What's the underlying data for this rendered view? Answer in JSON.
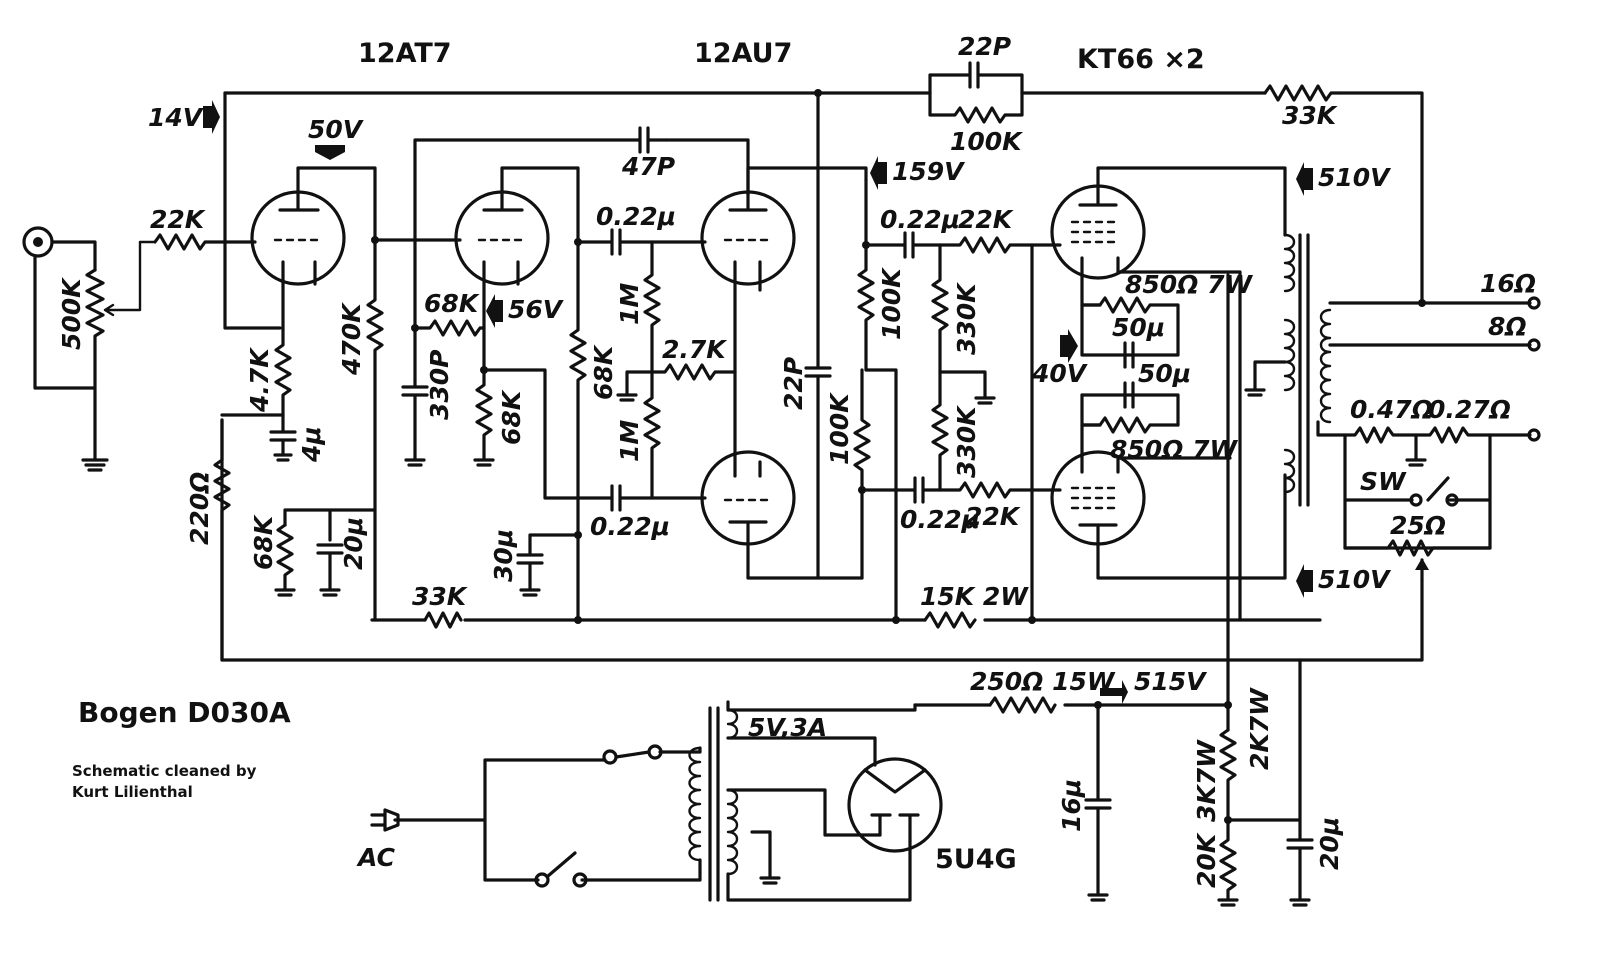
{
  "title": "Bogen D030A",
  "credit": [
    "Schematic cleaned by",
    "Kurt Lilienthal"
  ],
  "tubes": {
    "v1": "12AT7",
    "v2": "12AU7",
    "output": "KT66 ×2",
    "rectifier": "5U4G"
  },
  "voltages": {
    "v14": "14V",
    "v50": "50V",
    "v56": "56V",
    "v159": "159V",
    "v510_top": "510V",
    "v510_bot": "510V",
    "v40": "40V",
    "v515": "515V"
  },
  "components": {
    "r_input_pot": "500K",
    "r_grid": "22K",
    "r_4k7": "4.7K",
    "c_4u": "4μ",
    "r_220": "220Ω",
    "r_68k_a": "68K",
    "c_20u_a": "20μ",
    "r_470k": "470K",
    "r_68k_b": "68K",
    "c_330p": "330P",
    "r_68k_c": "68K",
    "r_68k_d": "68K",
    "c_47p": "47P",
    "c_022_a": "0.22μ",
    "r_1m_a": "1M",
    "r_2k7": "2.7K",
    "r_1m_b": "1M",
    "c_022_b": "0.22μ",
    "c_30u": "30μ",
    "c_22p_a": "22P",
    "r_100k_a": "100K",
    "r_100k_b": "100K",
    "c_022_c": "0.22μ",
    "r_22k_a": "22K",
    "r_330k_a": "330K",
    "r_330k_b": "330K",
    "c_022_d": "0.22μ",
    "r_22k_b": "22K",
    "c_22p_fb": "22P",
    "r_100k_fb": "100K",
    "r_33k_fb": "33K",
    "r_850_a": "850Ω 7W",
    "c_50u_a": "50μ",
    "c_50u_b": "50μ",
    "r_850_b": "850Ω 7W",
    "r_33k_b": "33K",
    "r_15k": "15K 2W",
    "r_047": "0.47Ω",
    "r_027": "0.27Ω",
    "sw": "SW",
    "r_25": "25Ω",
    "r_250": "250Ω 15W",
    "c_16u": "16μ",
    "r_2k7w": "2K7W",
    "r_3k7w": "3K7W",
    "r_20k": "20K",
    "c_20u_b": "20μ",
    "filament": "5V,3A",
    "ac": "AC"
  },
  "outputs": [
    "16Ω",
    "8Ω"
  ]
}
